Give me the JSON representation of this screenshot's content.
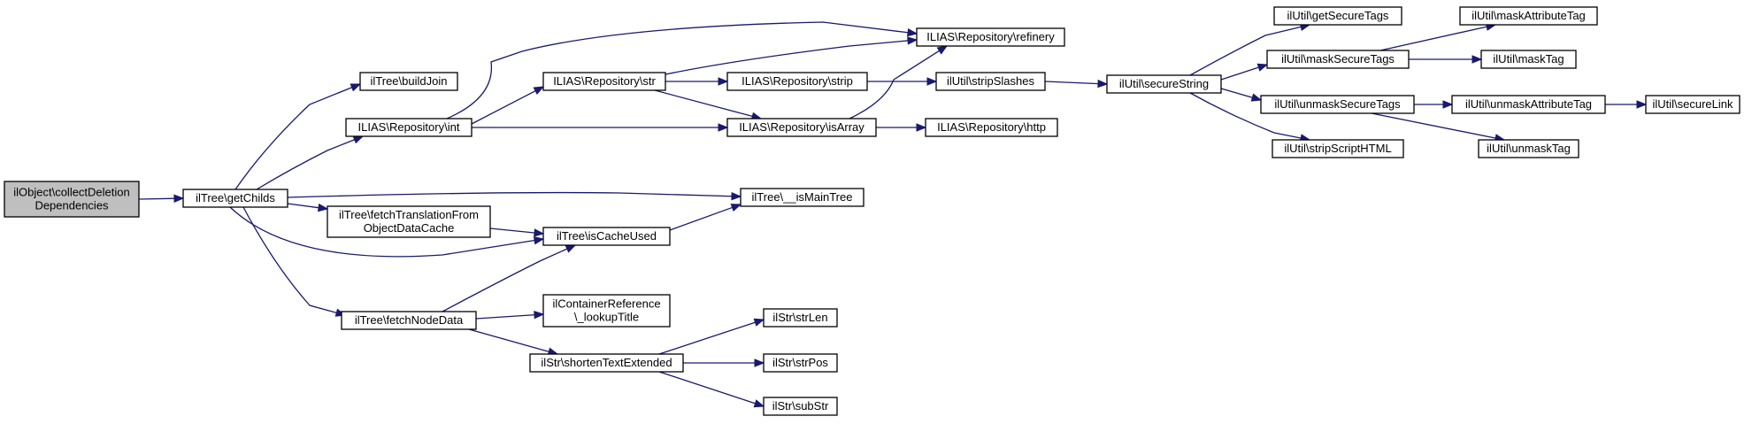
{
  "nodes": [
    {
      "id": "root",
      "lines": [
        "ilObject\\collectDeletion",
        "Dependencies"
      ]
    },
    {
      "id": "getChilds",
      "lines": [
        "ilTree\\getChilds"
      ]
    },
    {
      "id": "buildJoin",
      "lines": [
        "ilTree\\buildJoin"
      ]
    },
    {
      "id": "repoInt",
      "lines": [
        "ILIAS\\Repository\\int"
      ]
    },
    {
      "id": "fetchTrans",
      "lines": [
        "ilTree\\fetchTranslationFrom",
        "ObjectDataCache"
      ]
    },
    {
      "id": "fetchNode",
      "lines": [
        "ilTree\\fetchNodeData"
      ]
    },
    {
      "id": "repoStr",
      "lines": [
        "ILIAS\\Repository\\str"
      ]
    },
    {
      "id": "repoRefinery",
      "lines": [
        "ILIAS\\Repository\\refinery"
      ]
    },
    {
      "id": "repoStrip",
      "lines": [
        "ILIAS\\Repository\\strip"
      ]
    },
    {
      "id": "repoIsArray",
      "lines": [
        "ILIAS\\Repository\\isArray"
      ]
    },
    {
      "id": "isMainTree",
      "lines": [
        "ilTree\\__isMainTree"
      ]
    },
    {
      "id": "isCacheUsed",
      "lines": [
        "ilTree\\isCacheUsed"
      ]
    },
    {
      "id": "lookupTitle",
      "lines": [
        "ilContainerReference",
        "\\_lookupTitle"
      ]
    },
    {
      "id": "shortenText",
      "lines": [
        "ilStr\\shortenTextExtended"
      ]
    },
    {
      "id": "stripSlashes",
      "lines": [
        "ilUtil\\stripSlashes"
      ]
    },
    {
      "id": "repoHttp",
      "lines": [
        "ILIAS\\Repository\\http"
      ]
    },
    {
      "id": "strLen",
      "lines": [
        "ilStr\\strLen"
      ]
    },
    {
      "id": "strPos",
      "lines": [
        "ilStr\\strPos"
      ]
    },
    {
      "id": "subStr",
      "lines": [
        "ilStr\\subStr"
      ]
    },
    {
      "id": "secureString",
      "lines": [
        "ilUtil\\secureString"
      ]
    },
    {
      "id": "getSecureTags",
      "lines": [
        "ilUtil\\getSecureTags"
      ]
    },
    {
      "id": "maskSecureTags",
      "lines": [
        "ilUtil\\maskSecureTags"
      ]
    },
    {
      "id": "unmaskSecureTags",
      "lines": [
        "ilUtil\\unmaskSecureTags"
      ]
    },
    {
      "id": "stripScriptHTML",
      "lines": [
        "ilUtil\\stripScriptHTML"
      ]
    },
    {
      "id": "maskAttributeTag",
      "lines": [
        "ilUtil\\maskAttributeTag"
      ]
    },
    {
      "id": "maskTag",
      "lines": [
        "ilUtil\\maskTag"
      ]
    },
    {
      "id": "unmaskAttributeTag",
      "lines": [
        "ilUtil\\unmaskAttributeTag"
      ]
    },
    {
      "id": "unmaskTag",
      "lines": [
        "ilUtil\\unmaskTag"
      ]
    },
    {
      "id": "secureLink",
      "lines": [
        "ilUtil\\secureLink"
      ]
    }
  ],
  "edges": [
    {
      "from": "root",
      "to": "getChilds"
    },
    {
      "from": "getChilds",
      "to": "buildJoin"
    },
    {
      "from": "getChilds",
      "to": "repoInt"
    },
    {
      "from": "getChilds",
      "to": "fetchTrans"
    },
    {
      "from": "getChilds",
      "to": "fetchNode"
    },
    {
      "from": "getChilds",
      "to": "isMainTree"
    },
    {
      "from": "getChilds",
      "to": "isCacheUsed"
    },
    {
      "from": "repoInt",
      "to": "repoStr"
    },
    {
      "from": "repoInt",
      "to": "repoRefinery"
    },
    {
      "from": "repoInt",
      "to": "repoIsArray"
    },
    {
      "from": "repoStr",
      "to": "repoRefinery"
    },
    {
      "from": "repoStr",
      "to": "repoStrip"
    },
    {
      "from": "repoStr",
      "to": "repoIsArray"
    },
    {
      "from": "repoStrip",
      "to": "stripSlashes"
    },
    {
      "from": "repoIsArray",
      "to": "repoRefinery"
    },
    {
      "from": "repoIsArray",
      "to": "repoHttp"
    },
    {
      "from": "stripSlashes",
      "to": "secureString"
    },
    {
      "from": "secureString",
      "to": "getSecureTags"
    },
    {
      "from": "secureString",
      "to": "maskSecureTags"
    },
    {
      "from": "secureString",
      "to": "unmaskSecureTags"
    },
    {
      "from": "secureString",
      "to": "stripScriptHTML"
    },
    {
      "from": "maskSecureTags",
      "to": "maskAttributeTag"
    },
    {
      "from": "maskSecureTags",
      "to": "maskTag"
    },
    {
      "from": "unmaskSecureTags",
      "to": "unmaskAttributeTag"
    },
    {
      "from": "unmaskSecureTags",
      "to": "unmaskTag"
    },
    {
      "from": "unmaskAttributeTag",
      "to": "secureLink"
    },
    {
      "from": "fetchTrans",
      "to": "isCacheUsed"
    },
    {
      "from": "isCacheUsed",
      "to": "isMainTree"
    },
    {
      "from": "fetchNode",
      "to": "isCacheUsed"
    },
    {
      "from": "fetchNode",
      "to": "lookupTitle"
    },
    {
      "from": "fetchNode",
      "to": "shortenText"
    },
    {
      "from": "shortenText",
      "to": "strLen"
    },
    {
      "from": "shortenText",
      "to": "strPos"
    },
    {
      "from": "shortenText",
      "to": "subStr"
    }
  ]
}
